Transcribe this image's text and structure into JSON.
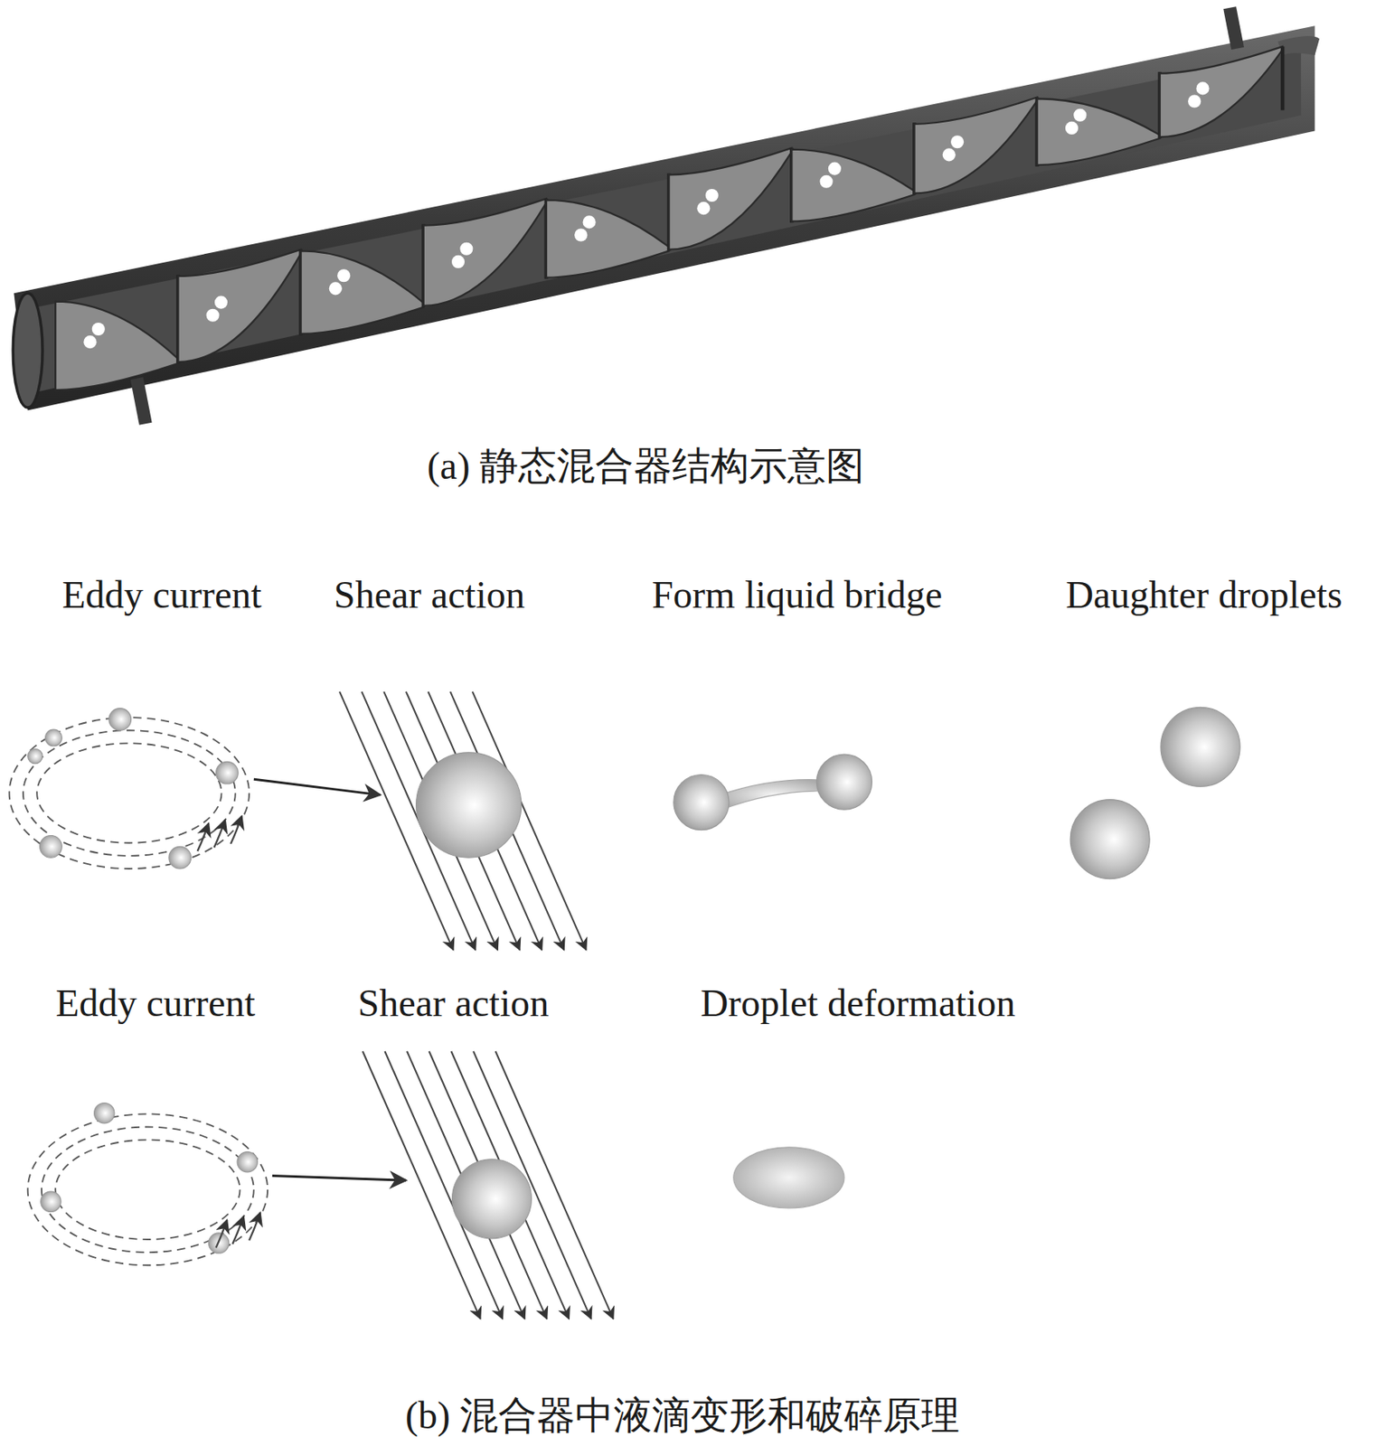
{
  "diagram": {
    "labels": [
      "(a) 静态混合器结构示意图",
      "Eddy current",
      "Shear action",
      "Form liquid bridge",
      "Daughter droplets",
      "Eddy current",
      "Shear action",
      "Droplet deformation",
      "(b) 混合器中液滴变形和破碎原理"
    ]
  }
}
